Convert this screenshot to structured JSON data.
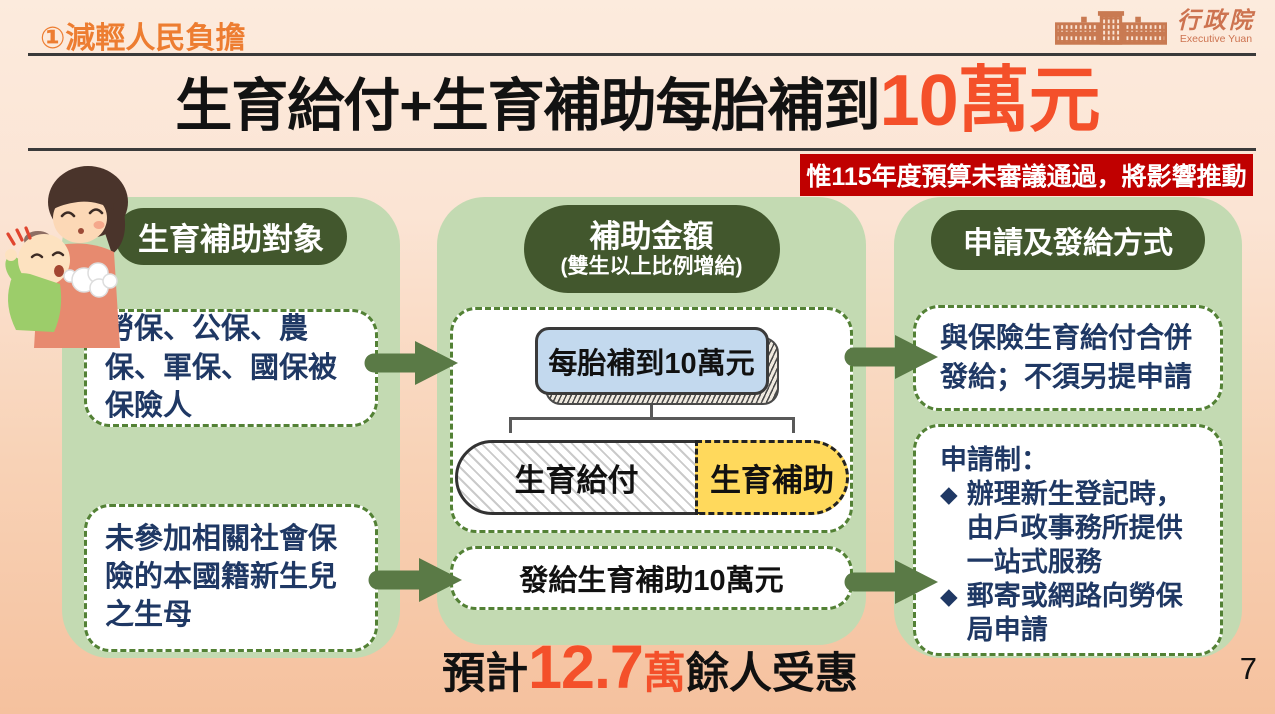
{
  "page": {
    "badge": "①減輕人民負擔",
    "page_number": "7"
  },
  "logo": {
    "org_zh": "行政院",
    "org_en": "Executive Yuan"
  },
  "title": {
    "black": "生育給付+生育補助每胎補到",
    "highlight": "10萬元"
  },
  "alert_banner": {
    "text": "惟115年度預算未審議通過，將影響推動"
  },
  "columns": {
    "left": {
      "header": "生育補助對象",
      "box1": "勞保、公保、農保、軍保、國保被保險人",
      "box2": "未參加相關社會保險的本國籍新生兒之生母"
    },
    "middle": {
      "header": "補助金額",
      "subheader": "(雙生以上比例增給)",
      "total_box": "每胎補到10萬元",
      "part_left": "生育給付",
      "part_right": "生育補助",
      "bottom_box": "發給生育補助10萬元"
    },
    "right": {
      "header": "申請及發給方式",
      "box1": "與保險生育給付合併發給；不須另提申請",
      "box2_title": "申請制：",
      "bullet_glyph": "◆",
      "box2_bullets": [
        "辦理新生登記時，由戶政事務所提供一站式服務",
        "郵寄或網路向勞保局申請"
      ]
    }
  },
  "footer": {
    "prefix": "預計",
    "number": "12.7",
    "unit": "萬",
    "suffix": "餘人受惠"
  },
  "colors": {
    "accent_orange": "#ed7d31",
    "highlight_orange": "#f4502a",
    "alert_red": "#c00000",
    "panel_green": "#c3dab2",
    "pill_green": "#42572d",
    "dash_border_green": "#538135",
    "text_navy": "#1f3864",
    "bar_yellow": "#ffd95c",
    "total_blue": "#c3d9ee",
    "arrow_green": "#5a7a46"
  }
}
